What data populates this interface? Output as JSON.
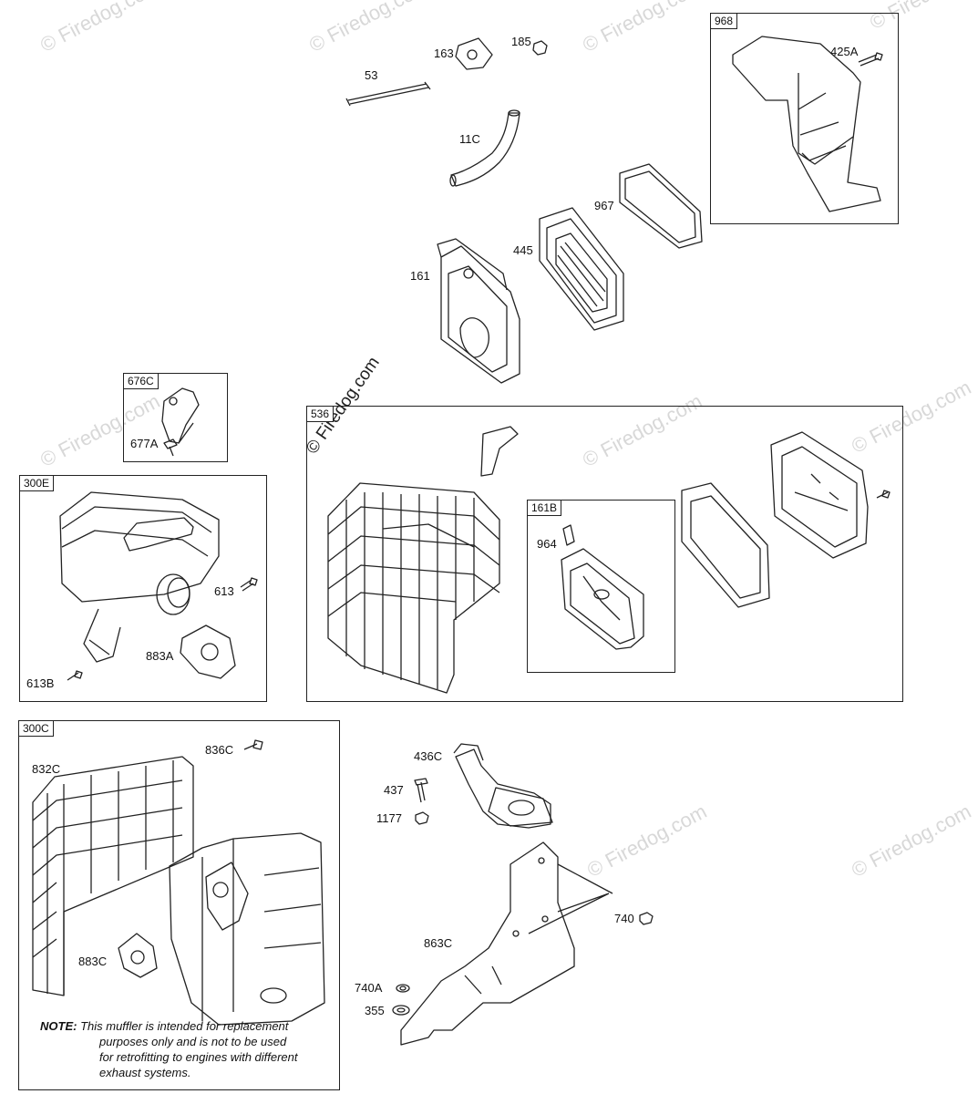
{
  "watermark": "© Firedog.com",
  "copyright": "© Firedog.com",
  "boxes": {
    "b968": "968",
    "b676C": "676C",
    "b300E": "300E",
    "b536": "536",
    "b161B": "161B",
    "b300C": "300C"
  },
  "parts": {
    "p53": "53",
    "p163": "163",
    "p185": "185",
    "p11C": "11C",
    "p967": "967",
    "p445": "445",
    "p161": "161",
    "p425A": "425A",
    "p677A": "677A",
    "p613": "613",
    "p883A": "883A",
    "p613B": "613B",
    "p964": "964",
    "p836C": "836C",
    "p832C": "832C",
    "p883C": "883C",
    "p436C": "436C",
    "p437": "437",
    "p1177": "1177",
    "p740": "740",
    "p863C": "863C",
    "p740A": "740A",
    "p355": "355"
  },
  "note": {
    "prefix": "NOTE:",
    "line1": "This muffler is intended for replacement",
    "line2": "purposes only and is not to be used",
    "line3": "for retrofitting to engines with different",
    "line4": "exhaust systems."
  }
}
